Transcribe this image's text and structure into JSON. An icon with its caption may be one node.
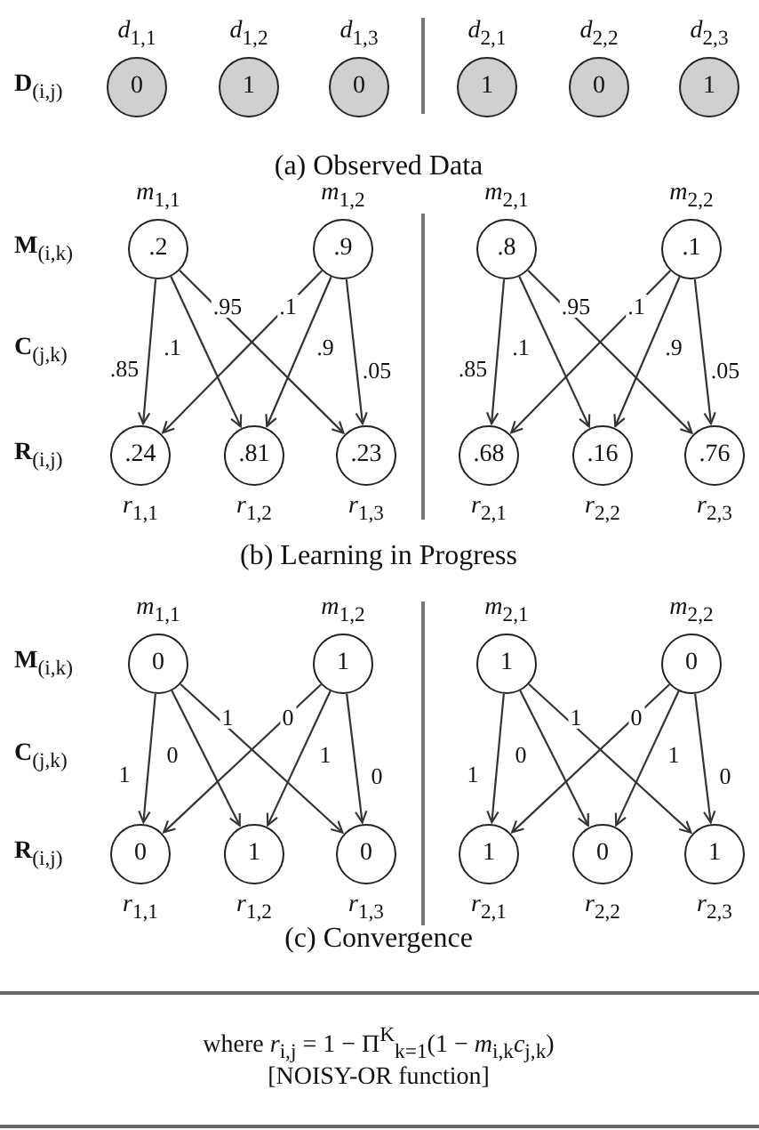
{
  "diagram": {
    "nodes": [
      {
        "text": [
          "0"
        ],
        "beside": [
          "*d*$_{1,1}$"
        ]
      },
      {
        "text": [
          "1"
        ],
        "beside": [
          "*d*$_{1,2}$"
        ]
      },
      {
        "text": [
          "0"
        ],
        "beside": [
          "*d*$_{1,3}$"
        ]
      },
      {
        "text": [
          "1"
        ],
        "beside": [
          "*d*$_{2,1}$"
        ]
      },
      {
        "text": [
          "0"
        ],
        "beside": [
          "*d*$_{2,2}$"
        ]
      },
      {
        "text": [
          "1"
        ],
        "beside": [
          "*d*$_{2,3}$"
        ]
      },
      {
        "text": [
          ".2"
        ],
        "beside": [
          "*m*$_{1,1}$"
        ]
      },
      {
        "text": [
          ".9"
        ],
        "beside": [
          "*m*$_{1,2}$"
        ]
      },
      {
        "text": [
          ".24"
        ],
        "beside": [
          "*r*$_{1,1}$"
        ]
      },
      {
        "text": [
          ".81"
        ],
        "beside": [
          "*r*$_{1,2}$"
        ]
      },
      {
        "text": [
          ".23"
        ],
        "beside": [
          "*r*$_{1,3}$"
        ]
      },
      {
        "text": [
          ".8"
        ],
        "beside": [
          "*m*$_{2,1}$"
        ]
      },
      {
        "text": [
          ".1"
        ],
        "beside": [
          "*m*$_{2,2}$"
        ]
      },
      {
        "text": [
          ".68"
        ],
        "beside": [
          "*r*$_{2,1}$"
        ]
      },
      {
        "text": [
          ".16"
        ],
        "beside": [
          "*r*$_{2,2}$"
        ]
      },
      {
        "text": [
          ".76"
        ],
        "beside": [
          "*r*$_{2,3}$"
        ]
      },
      {
        "text": [
          "0"
        ],
        "beside": [
          "*m*$_{1,1}$"
        ]
      },
      {
        "text": [
          "1"
        ],
        "beside": [
          "*m*$_{1,2}$"
        ]
      },
      {
        "text": [
          "0"
        ],
        "beside": [
          "*r*$_{1,1}$"
        ]
      },
      {
        "text": [
          "1"
        ],
        "beside": [
          "*r*$_{1,2}$"
        ]
      },
      {
        "text": [
          "0"
        ],
        "beside": [
          "*r*$_{1,3}$"
        ]
      },
      {
        "text": [
          "1"
        ],
        "beside": [
          "*m*$_{2,1}$"
        ]
      },
      {
        "text": [
          "0"
        ],
        "beside": [
          "*m*$_{2,2}$"
        ]
      },
      {
        "text": [
          "1"
        ],
        "beside": [
          "*r*$_{2,1}$"
        ]
      },
      {
        "text": [
          "0"
        ],
        "beside": [
          "*r*$_{2,2}$"
        ]
      },
      {
        "text": [
          "1"
        ],
        "beside": [
          "*r*$_{2,3}$"
        ]
      }
    ],
    "edges": [
      {
        "from": 6,
        "to": 8,
        "arrow": "to",
        "label": ".85"
      },
      {
        "from": 6,
        "to": 9,
        "arrow": "to",
        "label": ".1"
      },
      {
        "from": 6,
        "to": 10,
        "arrow": "to",
        "label": ".95"
      },
      {
        "from": 7,
        "to": 8,
        "arrow": "to",
        "label": ".1"
      },
      {
        "from": 7,
        "to": 9,
        "arrow": "to",
        "label": ".9"
      },
      {
        "from": 7,
        "to": 10,
        "arrow": "to",
        "label": ".05"
      },
      {
        "from": 11,
        "to": 13,
        "arrow": "to",
        "label": ".85"
      },
      {
        "from": 11,
        "to": 14,
        "arrow": "to",
        "label": ".1"
      },
      {
        "from": 11,
        "to": 15,
        "arrow": "to",
        "label": ".95"
      },
      {
        "from": 12,
        "to": 13,
        "arrow": "to",
        "label": ".1"
      },
      {
        "from": 12,
        "to": 14,
        "arrow": "to",
        "label": ".9"
      },
      {
        "from": 12,
        "to": 15,
        "arrow": "to",
        "label": ".05"
      },
      {
        "from": 16,
        "to": 18,
        "arrow": "to",
        "label": "1"
      },
      {
        "from": 16,
        "to": 19,
        "arrow": "to",
        "label": "0"
      },
      {
        "from": 16,
        "to": 20,
        "arrow": "to",
        "label": "1"
      },
      {
        "from": 17,
        "to": 18,
        "arrow": "to",
        "label": "0"
      },
      {
        "from": 17,
        "to": 19,
        "arrow": "to",
        "label": "1"
      },
      {
        "from": 17,
        "to": 20,
        "arrow": "to",
        "label": "0"
      },
      {
        "from": 21,
        "to": 23,
        "arrow": "to",
        "label": "1"
      },
      {
        "from": 21,
        "to": 24,
        "arrow": "to",
        "label": "0"
      },
      {
        "from": 21,
        "to": 25,
        "arrow": "to",
        "label": "1"
      },
      {
        "from": 22,
        "to": 23,
        "arrow": "to",
        "label": "0"
      },
      {
        "from": 22,
        "to": 24,
        "arrow": "to",
        "label": "1"
      },
      {
        "from": 22,
        "to": 25,
        "arrow": "to",
        "label": "0"
      }
    ],
    "labels": [
      "**D**$_{(i,j)}$",
      "(a) Observed Data",
      "**M**$_{(i,k)}$",
      "**C**$_{(j,k)}$",
      "**R**$_{(i,j)}$",
      "(b) Learning in Progress",
      "**M**$_{(i,k)}$",
      "**C**$_{(j,k)}$",
      "**R**$_{(i,j)}$",
      "(c) Convergence",
      "where *r*$_{i,j}$ = 1 − Π$^{K}$$_{k=1}$(1 − *m*$_{i,k}$*c*$_{j,k}$)",
      "[NOISY-OR function]"
    ]
  }
}
